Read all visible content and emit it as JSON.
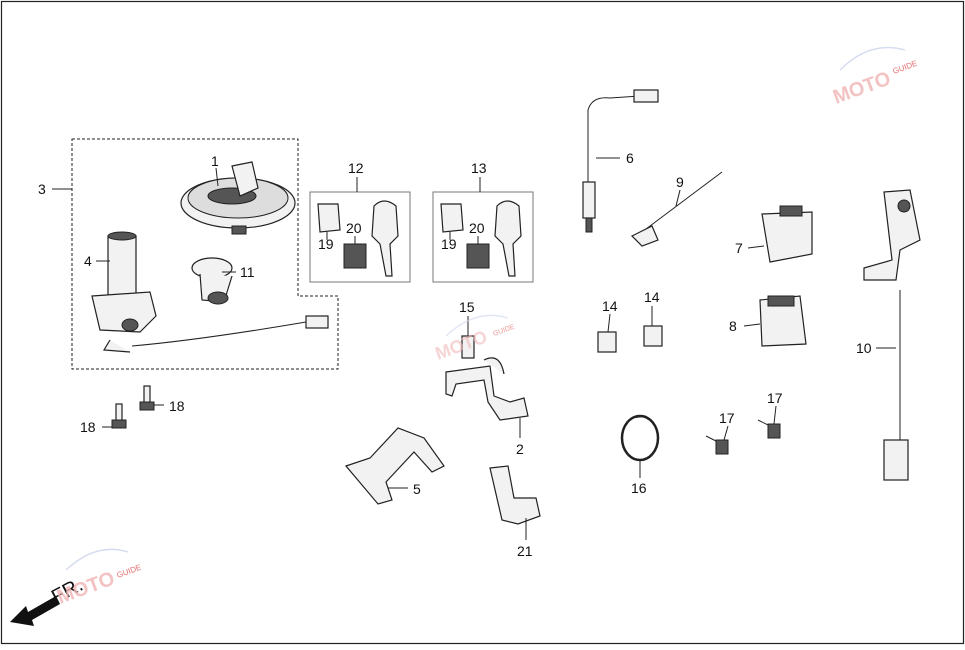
{
  "diagram": {
    "direction_label": "FR.",
    "watermark_text": "MOTO",
    "watermark_subtext": "GUIDE",
    "watermark_colors": [
      "#cfd6ee",
      "#f2b8b8",
      "#e05050"
    ],
    "callouts": {
      "c1": "1",
      "c2": "2",
      "c3": "3",
      "c4": "4",
      "c5": "5",
      "c6": "6",
      "c7": "7",
      "c8": "8",
      "c9": "9",
      "c10": "10",
      "c11": "11",
      "c12": "12",
      "c13": "13",
      "c14a": "14",
      "c14b": "14",
      "c15": "15",
      "c16": "16",
      "c17a": "17",
      "c17b": "17",
      "c18a": "18",
      "c18b": "18",
      "c19a": "19",
      "c19b": "19",
      "c20a": "20",
      "c20b": "20",
      "c21": "21"
    }
  }
}
